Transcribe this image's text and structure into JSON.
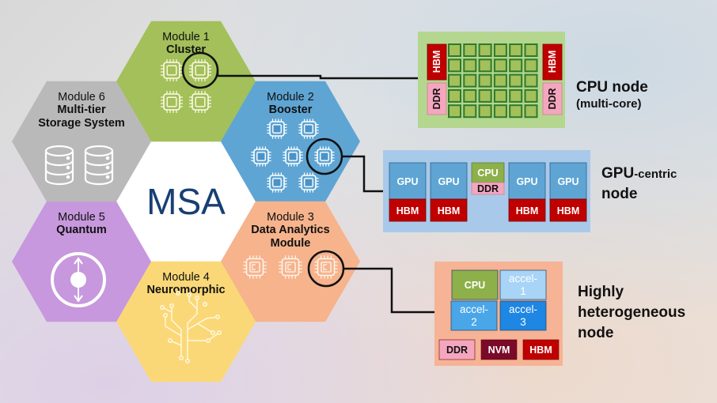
{
  "center": {
    "label": "MSA"
  },
  "modules": [
    {
      "id": "module1",
      "number_label": "Module 1",
      "name_lines": [
        "Cluster"
      ],
      "icon": "cpu-chip-icon",
      "color": "#a3c05a"
    },
    {
      "id": "module2",
      "number_label": "Module 2",
      "name_lines": [
        "Booster"
      ],
      "icon": "gpu-chip-icon",
      "chip_label": "GPU",
      "color": "#5ea5d4"
    },
    {
      "id": "module3",
      "number_label": "Module 3",
      "name_lines": [
        "Data Analytics",
        "Module"
      ],
      "icon": "accelerator-chip-icon",
      "color": "#f6b38c"
    },
    {
      "id": "module4",
      "number_label": "Module 4",
      "name_lines": [
        "Neuromorphic"
      ],
      "icon": "neural-circuit-icon",
      "color": "#fbd877"
    },
    {
      "id": "module5",
      "number_label": "Module 5",
      "name_lines": [
        "Quantum"
      ],
      "icon": "qubit-spin-icon",
      "color": "#c798dd"
    },
    {
      "id": "module6",
      "number_label": "Module 6",
      "name_lines": [
        "Multi-tier",
        "Storage System"
      ],
      "icon": "database-icon",
      "color": "#b9b9b9"
    }
  ],
  "nodes": {
    "cpu": {
      "title": "CPU node",
      "subtitle": "(multi-core)",
      "grid": {
        "columns": 6,
        "rows": 5
      },
      "memory_left": [
        "HBM",
        "DDR"
      ],
      "memory_right": [
        "HBM",
        "DDR"
      ],
      "colors": {
        "panel": "#b4d68f",
        "core_fill": "#a3c05a",
        "core_border": "#2f7a2a",
        "hbm": "#c00000",
        "ddr": "#f4a6bf"
      }
    },
    "gpu": {
      "title_main": "GPU",
      "title_suffix": "-centric",
      "title_line2": "node",
      "units": [
        {
          "top": "GPU",
          "bottom": "HBM"
        },
        {
          "top": "GPU",
          "bottom": "HBM"
        },
        {
          "top": "CPU",
          "bottom": "DDR"
        },
        {
          "top": "GPU",
          "bottom": "HBM"
        },
        {
          "top": "GPU",
          "bottom": "HBM"
        }
      ],
      "colors": {
        "panel": "#a9c9ea",
        "gpu": "#5ea5d4",
        "hbm": "#c00000",
        "cpu": "#8db04a",
        "ddr": "#f4a6bf"
      }
    },
    "hetero": {
      "title_lines": [
        "Highly",
        "heterogeneous",
        "node"
      ],
      "compute": [
        {
          "lines": [
            "CPU"
          ],
          "color": "#8db04a"
        },
        {
          "lines": [
            "accel-",
            "1"
          ],
          "color": "#a8d4f7"
        },
        {
          "lines": [
            "accel-",
            "2"
          ],
          "color": "#49a6e8"
        },
        {
          "lines": [
            "accel-",
            "3"
          ],
          "color": "#1e86e3"
        }
      ],
      "memory": [
        {
          "label": "DDR",
          "color": "#f4a6bf",
          "dark_text": true
        },
        {
          "label": "NVM",
          "color": "#7a0a2a",
          "dark_text": false
        },
        {
          "label": "HBM",
          "color": "#c00000",
          "dark_text": false
        }
      ],
      "colors": {
        "panel": "#f6b395"
      }
    }
  }
}
